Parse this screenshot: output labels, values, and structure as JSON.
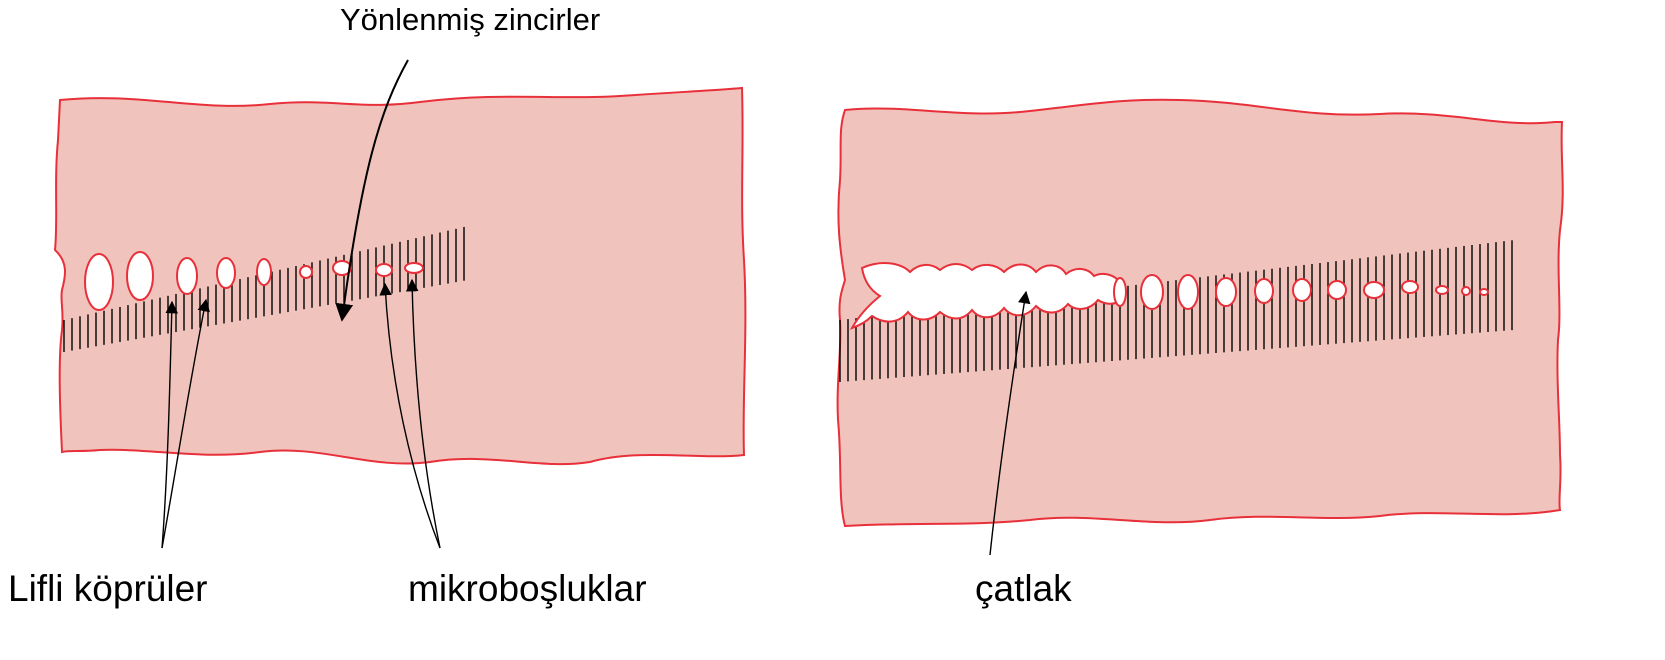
{
  "labels": {
    "oriented_chains": "Yönlenmiş zincirler",
    "fibril_bridges": "Lifli köprüler",
    "microvoids": "mikroboşluklar",
    "crack": "çatlak"
  },
  "colors": {
    "specimen_fill": "#f0c4bc",
    "specimen_edge": "#e8303a",
    "line": "#000000",
    "void": "#ffffff"
  }
}
